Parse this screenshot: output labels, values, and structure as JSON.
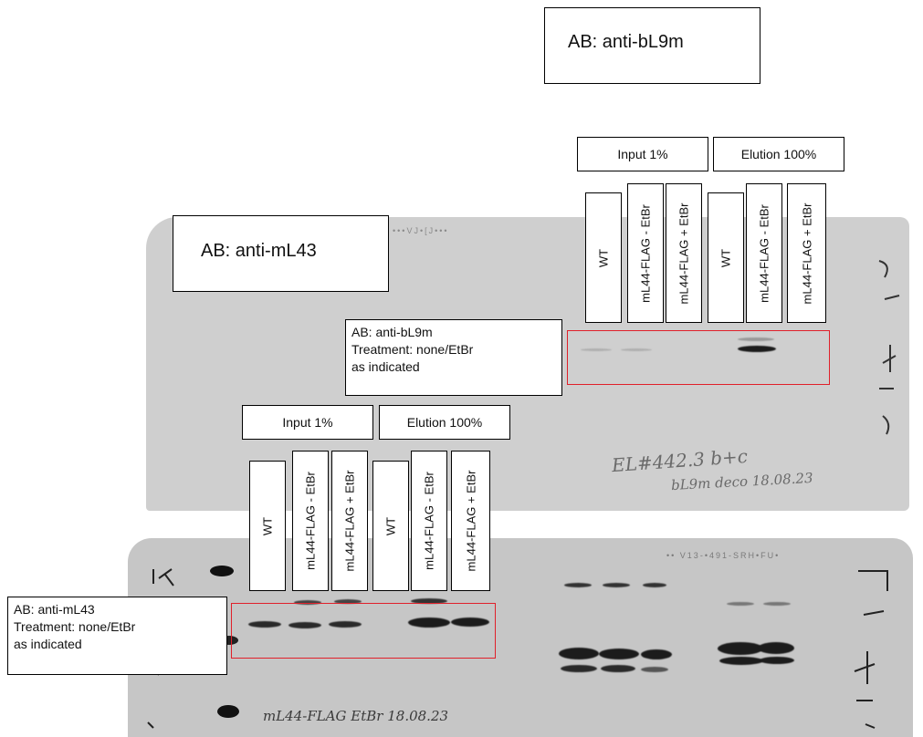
{
  "titles": {
    "top_antibody": "AB: anti-bL9m",
    "left_antibody": "AB: anti-mL43"
  },
  "upper_panel": {
    "group_labels": [
      "Input 1%",
      "Elution 100%"
    ],
    "lanes": [
      "WT",
      "mL44-FLAG - EtBr",
      "mL44-FLAG + EtBr",
      "WT",
      "mL44-FLAG - EtBr",
      "mL44-FLAG + EtBr"
    ],
    "annotation": [
      "AB: anti-bL9m",
      "Treatment: none/EtBr",
      "as indicated"
    ],
    "handwriting": [
      "EL#442.3 b+c",
      "bL9m deco 18.08.23"
    ],
    "edge_print": "•••VJ•[J•••"
  },
  "lower_panel": {
    "group_labels": [
      "Input 1%",
      "Elution 100%"
    ],
    "lanes": [
      "WT",
      "mL44-FLAG - EtBr",
      "mL44-FLAG + EtBr",
      "WT",
      "mL44-FLAG - EtBr",
      "mL44-FLAG + EtBr"
    ],
    "annotation": [
      "AB: anti-mL43",
      "Treatment: none/EtBr",
      "as indicated"
    ],
    "handwriting": [
      "mL44-FLAG EtBr 18.08.23"
    ],
    "edge_print": "•• V13-•491-SRH•FU•"
  },
  "colors": {
    "highlight": "#e0202a",
    "membrane": "#cfcfcf",
    "band": "#1c1c1c"
  }
}
